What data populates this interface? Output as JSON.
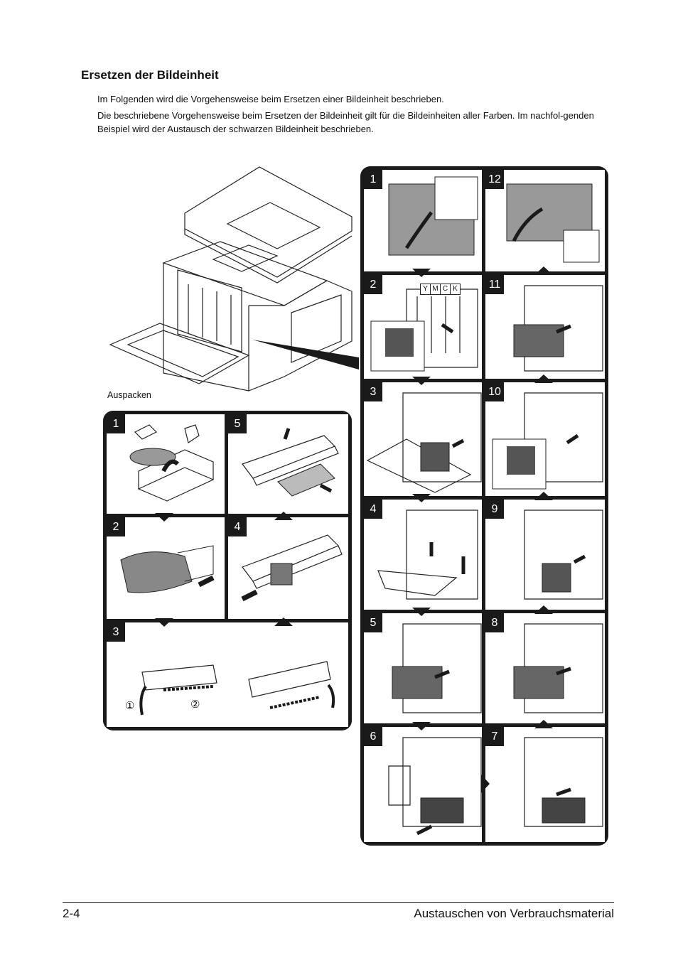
{
  "section": {
    "heading": "Ersetzen der Bildeinheit",
    "paragraph_1": "Im Folgenden wird die Vorgehensweise beim Ersetzen einer Bildeinheit beschrieben.",
    "paragraph_2": "Die beschriebene Vorgehensweise beim Ersetzen der Bildeinheit gilt für die Bildeinheiten aller Farben. Im nachfol-genden Beispiel wird der Austausch der schwarzen Bildeinheit beschrieben."
  },
  "unpacking": {
    "caption": "Auspacken",
    "steps": [
      "1",
      "5",
      "2",
      "4",
      "3"
    ],
    "callouts": [
      "①",
      "②"
    ]
  },
  "replacement": {
    "steps": [
      "1",
      "12",
      "2",
      "11",
      "3",
      "10",
      "4",
      "9",
      "5",
      "8",
      "6",
      "7"
    ],
    "toner_labels": [
      "Y",
      "M",
      "C",
      "K"
    ]
  },
  "footer": {
    "page_number": "2-4",
    "chapter_title": "Austauschen von Verbrauchsmaterial"
  }
}
